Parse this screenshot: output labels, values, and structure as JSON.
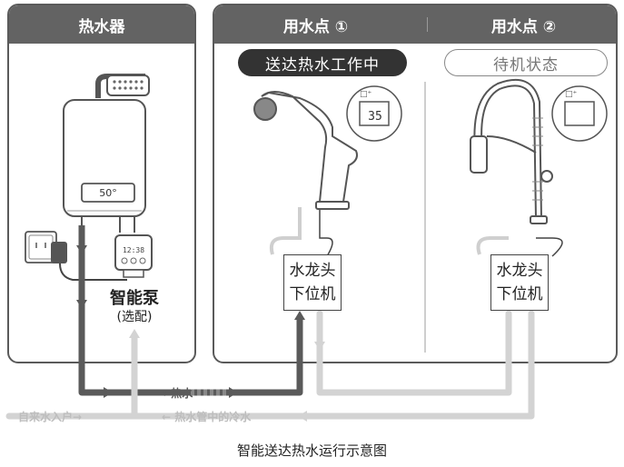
{
  "panels": {
    "heater": {
      "title": "热水器"
    },
    "points": {
      "title1": "用水点 ①",
      "title2": "用水点 ②"
    }
  },
  "status": {
    "point1": "送达热水工作中",
    "point2": "待机状态"
  },
  "heater_display": "50°",
  "pump_display": "12:38",
  "controller_label": {
    "line1": "水龙头",
    "line2": "下位机"
  },
  "pump_label": {
    "name": "智能泵",
    "note": "(选配)"
  },
  "flow_labels": {
    "hot": "→ 热水",
    "inlet": "自来水入户→",
    "return": "← 热水管中的冷水"
  },
  "panel_display_point1": "35",
  "caption": "智能送达热水运行示意图",
  "colors": {
    "panel_header": "#636363",
    "hot_pipe": "#5a5a5a",
    "cold_pipe": "#d0d0d0"
  }
}
